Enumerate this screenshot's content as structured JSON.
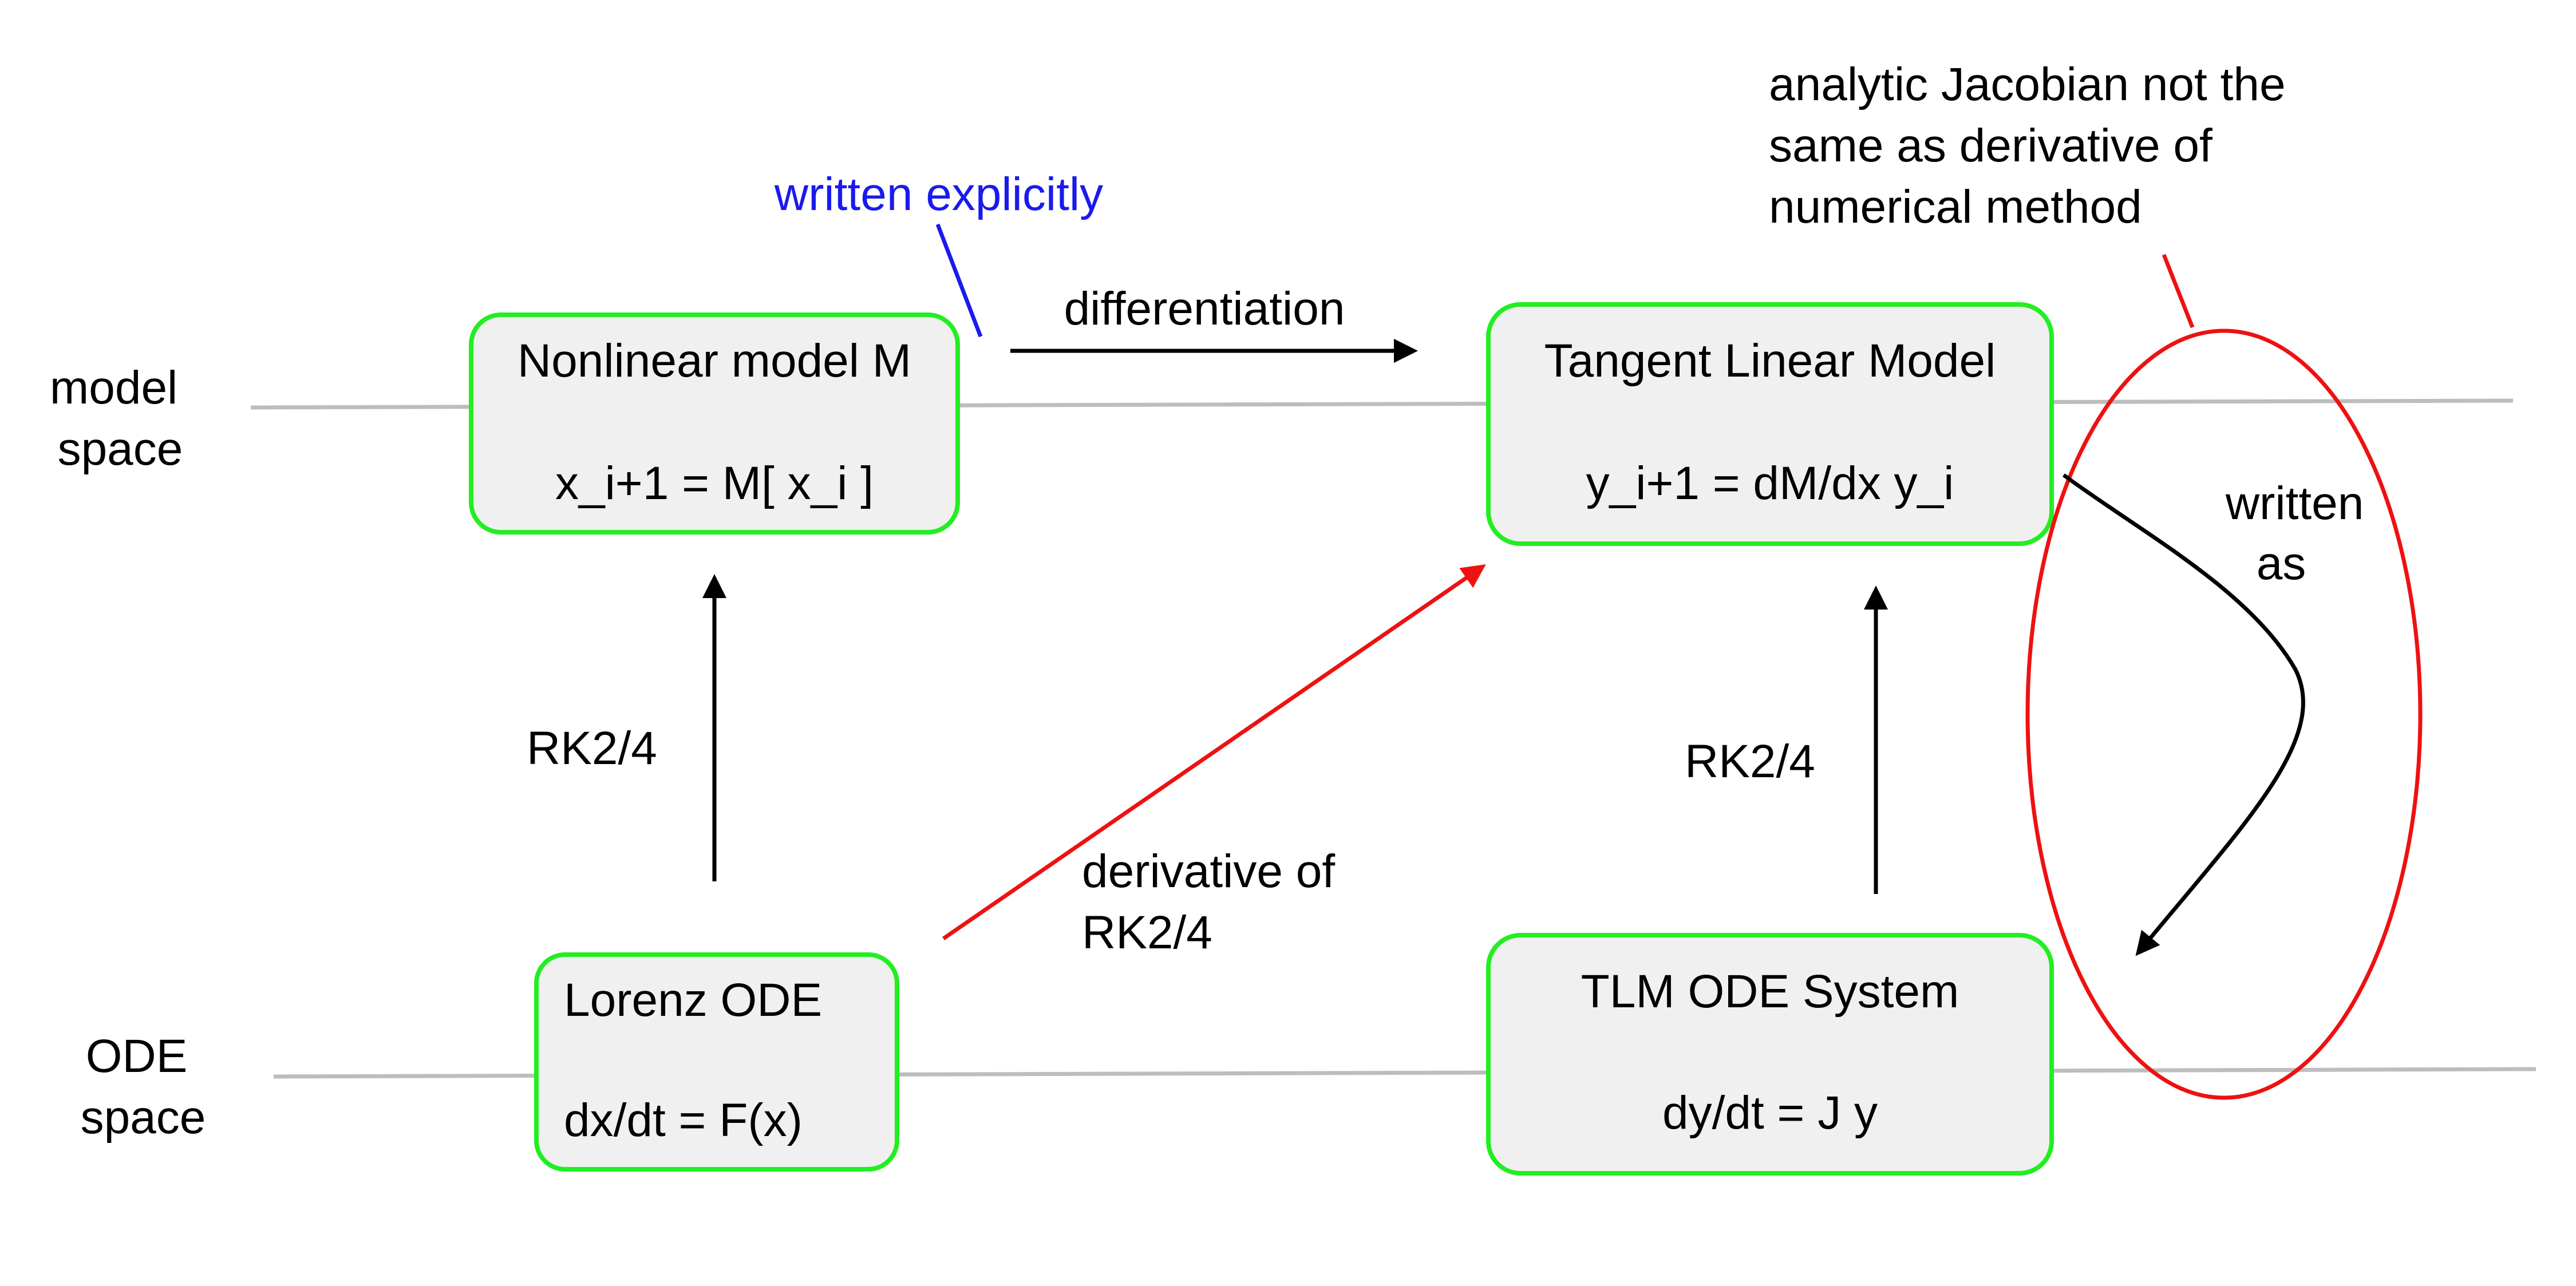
{
  "lanes": {
    "model": {
      "line1": "model",
      "line2": "space"
    },
    "ode": {
      "line1": "ODE",
      "line2": "space"
    }
  },
  "boxes": {
    "nonlinear": {
      "title": "Nonlinear model M",
      "equation": "x_i+1 = M[ x_i ]"
    },
    "tangent": {
      "title": "Tangent Linear Model",
      "equation": "y_i+1 = dM/dx y_i"
    },
    "lorenz": {
      "title": "Lorenz ODE",
      "equation": "dx/dt = F(x)"
    },
    "tlm_ode": {
      "title": "TLM ODE System",
      "equation": "dy/dt = J y"
    }
  },
  "edges": {
    "differentiation": "differentiation",
    "rk_left": "RK2/4",
    "rk_right": "RK2/4",
    "derivative_line1": "derivative of",
    "derivative_line2": "RK2/4",
    "written_as_line1": "written",
    "written_as_line2": "as"
  },
  "annotations": {
    "written_explicitly": "written explicitly",
    "jacobian_line1": "analytic Jacobian not the",
    "jacobian_line2": "same as derivative of",
    "jacobian_line3": "numerical method"
  },
  "colors": {
    "box_border": "#22ee22",
    "box_fill": "#f0f0f0",
    "annotation_blue": "#1a1aee",
    "annotation_red": "#ee1111",
    "lane_line": "#bdbdbd"
  }
}
